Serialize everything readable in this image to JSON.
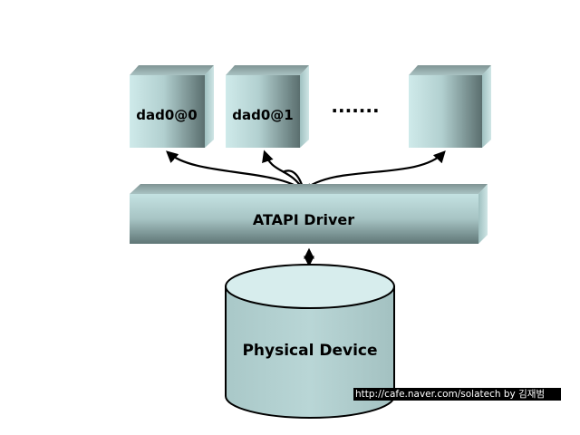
{
  "diagram": {
    "nodes": {
      "dad0_0": "dad0@0",
      "dad0_1": "dad0@1",
      "ellipsis": ".......",
      "empty_box": ""
    },
    "driver": "ATAPI Driver",
    "device": "Physical Device"
  },
  "watermark": "http://cafe.naver.com/solatech by 김재범",
  "colors": {
    "box_light": "#c5e6e6",
    "box_dark": "#5e7474",
    "box_top": "#8fa8a8",
    "outline": "#000000"
  }
}
